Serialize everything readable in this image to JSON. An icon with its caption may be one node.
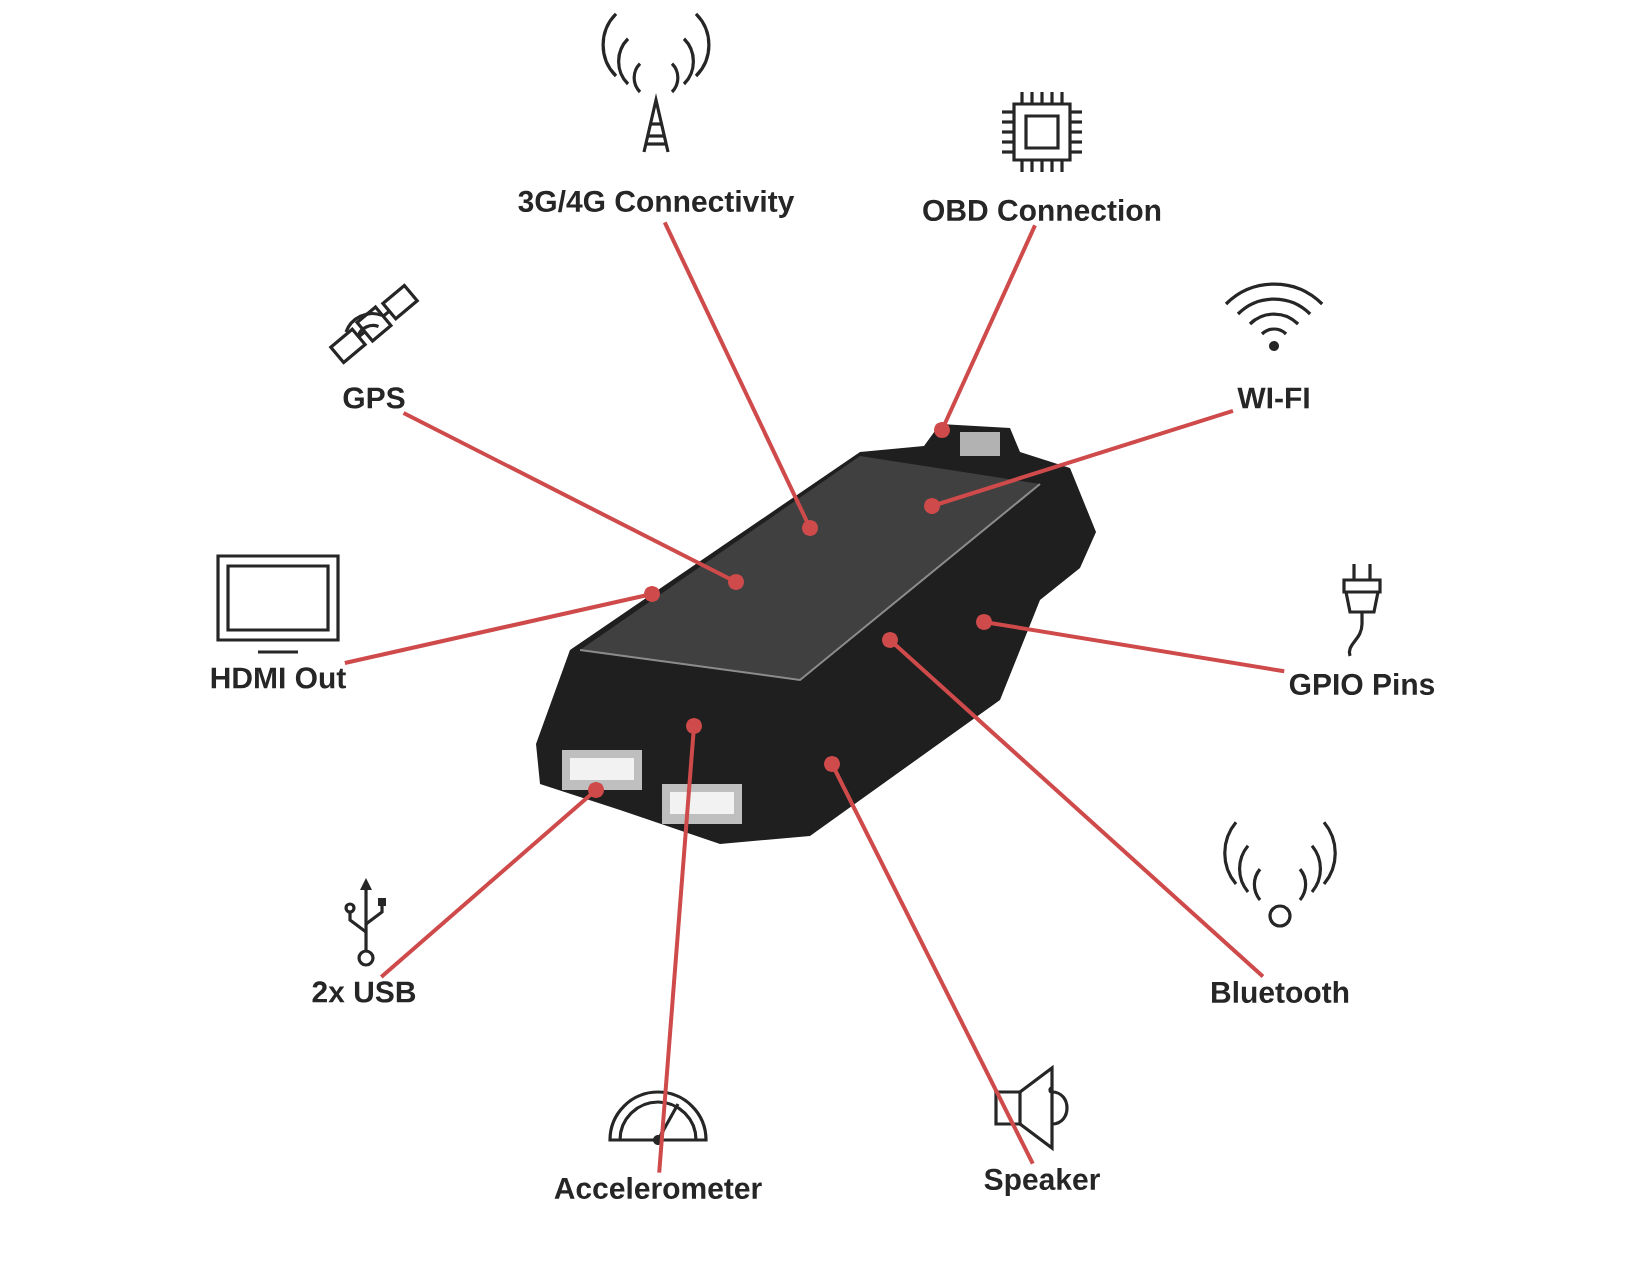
{
  "diagram": {
    "nodes": [
      {
        "text": [
          "3G/4G Connectivity"
        ]
      },
      {
        "text": [
          "OBD Connection"
        ]
      },
      {
        "text": [
          "GPS"
        ]
      },
      {
        "text": [
          "WI-FI"
        ]
      },
      {
        "text": [
          "HDMI Out"
        ]
      },
      {
        "text": [
          "GPIO Pins"
        ]
      },
      {
        "text": [
          "2x USB"
        ]
      },
      {
        "text": [
          "Bluetooth"
        ]
      },
      {
        "text": [
          "Accelerometer"
        ]
      },
      {
        "text": [
          "Speaker"
        ]
      },
      {
        "text": [],
        "shape": "picture"
      }
    ],
    "edges": [
      {
        "from": 0,
        "to": 10,
        "arrow": "other",
        "color": "#cf4a4a"
      },
      {
        "from": 1,
        "to": 10,
        "arrow": "other",
        "color": "#cf4a4a"
      },
      {
        "from": 2,
        "to": 10,
        "arrow": "other",
        "color": "#cf4a4a"
      },
      {
        "from": 3,
        "to": 10,
        "arrow": "other",
        "color": "#cf4a4a"
      },
      {
        "from": 4,
        "to": 10,
        "arrow": "other",
        "color": "#cf4a4a"
      },
      {
        "from": 5,
        "to": 10,
        "arrow": "other",
        "color": "#cf4a4a"
      },
      {
        "from": 6,
        "to": 10,
        "arrow": "other",
        "color": "#cf4a4a"
      },
      {
        "from": 7,
        "to": 10,
        "arrow": "other",
        "color": "#cf4a4a"
      },
      {
        "from": 8,
        "to": 10,
        "arrow": "other",
        "color": "#cf4a4a"
      },
      {
        "from": 9,
        "to": 10,
        "arrow": "other",
        "color": "#cf4a4a"
      }
    ]
  }
}
